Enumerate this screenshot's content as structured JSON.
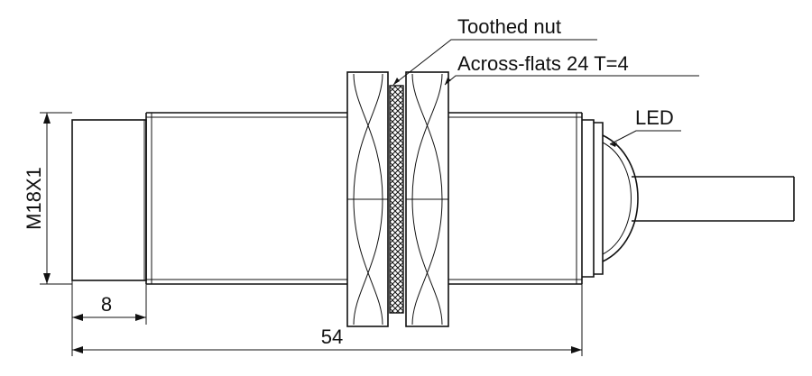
{
  "labels": {
    "toothed_nut": "Toothed nut",
    "across_flats": "Across-flats 24 T=4",
    "led": "LED",
    "thread": "M18X1",
    "dim_front": "8",
    "dim_total": "54"
  },
  "colors": {
    "line": "#111111",
    "background": "#ffffff"
  }
}
